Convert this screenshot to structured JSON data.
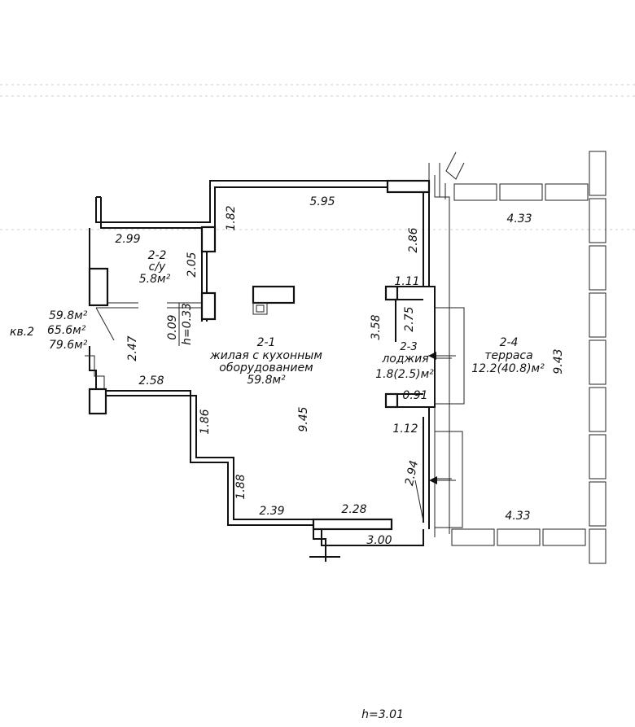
{
  "apartment": {
    "code": "кв.2",
    "area1": "59.8м²",
    "area2": "65.6м²",
    "area3": "79.6м²"
  },
  "rooms": {
    "bathroom": {
      "number": "2-2",
      "name": "с/у",
      "area": "5.8м²"
    },
    "living": {
      "number": "2-1",
      "name_line1": "жилая с кухонным",
      "name_line2": "оборудованием",
      "area": "59.8м²"
    },
    "loggia": {
      "number": "2-3",
      "name": "лоджия",
      "area": "1.8(2.5)м²"
    },
    "terrace": {
      "number": "2-4",
      "name": "терраса",
      "area": "12.2(40.8)м²"
    }
  },
  "dimensions": {
    "top_living": "5.95",
    "bath_top": "2.99",
    "bath_right_top": "1.82",
    "bath_inner": "2.05",
    "bath_left": "2.47",
    "low_left": "2.58",
    "step_a": "1.86",
    "step_b": "1.88",
    "bottom_a": "2.39",
    "bottom_b": "2.28",
    "bottom_c": "3.00",
    "living_depth": "9.45",
    "right_upper": "2.86",
    "niche_top": "1.11",
    "niche_outer": "3.58",
    "niche_inner": "2.75",
    "loggia_w": "0.91",
    "niche_bottom": "1.12",
    "right_lower": "2.94",
    "terrace_top": "4.33",
    "terrace_bottom": "4.33",
    "terrace_depth": "9.43",
    "sill": "0.09",
    "sill_h": "h=0.33",
    "ceiling": "h=3.01"
  }
}
